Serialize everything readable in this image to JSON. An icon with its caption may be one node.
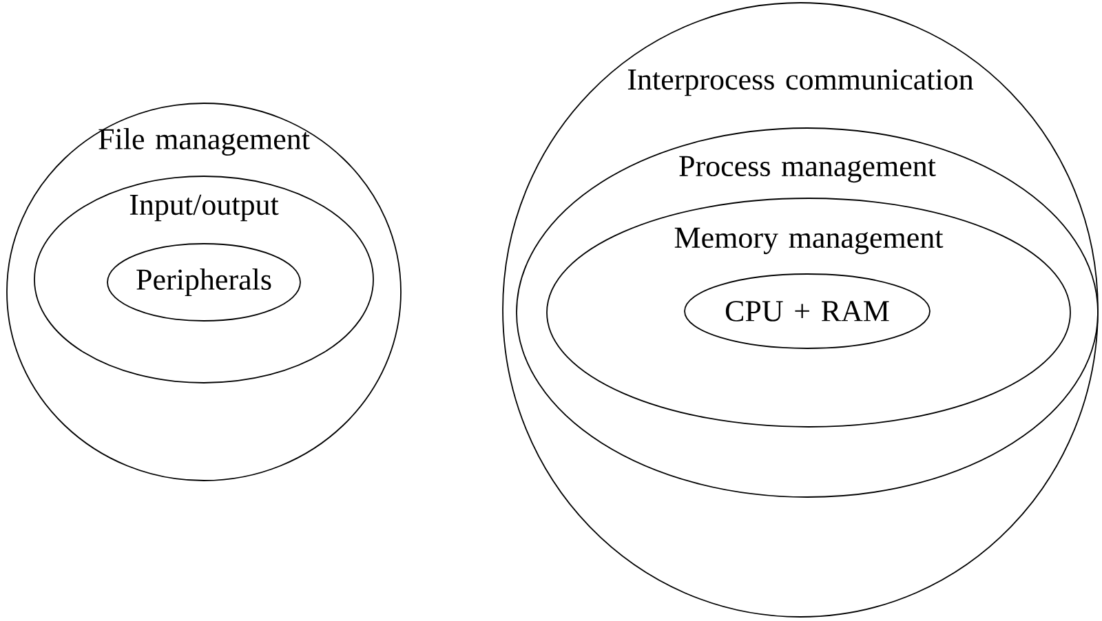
{
  "diagram": {
    "nodes": [
      {
        "text": [
          "File management"
        ]
      },
      {
        "text": [
          "Input/output"
        ],
        "in": 0
      },
      {
        "text": [
          "Peripherals"
        ],
        "in": 1
      },
      {
        "text": [
          "Interprocess communication"
        ]
      },
      {
        "text": [
          "Process management"
        ],
        "in": 3
      },
      {
        "text": [
          "Memory management"
        ],
        "in": 4
      },
      {
        "text": [
          "CPU + RAM"
        ],
        "in": 5
      }
    ]
  }
}
